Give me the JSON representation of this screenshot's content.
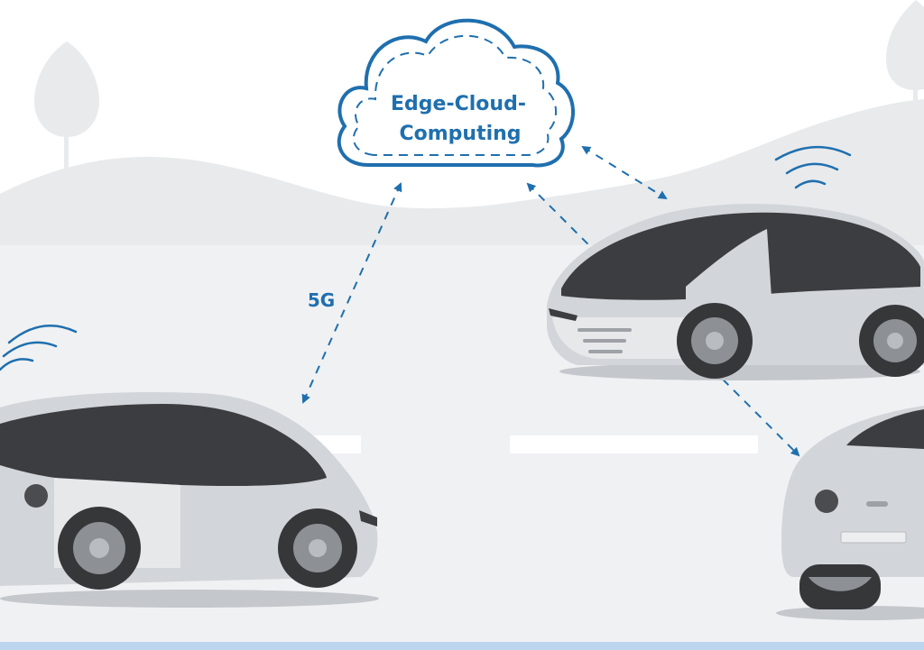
{
  "diagram": {
    "cloud": {
      "line1": "Edge-Cloud-",
      "line2": "Computing"
    },
    "link_label": "5G",
    "colors": {
      "accent": "#1f6fae",
      "background_hills": "#e8eaec",
      "road": "#f0f1f3",
      "lane_marking": "#ffffff",
      "car_body": "#d2d5d9",
      "car_glass": "#3b3d40",
      "bottom_strip": "#bcd6ef"
    },
    "nodes": [
      {
        "kind": "cloud",
        "icon": "cloud-icon"
      },
      {
        "kind": "vehicle",
        "icon": "car-icon",
        "id": "car-left"
      },
      {
        "kind": "vehicle",
        "icon": "car-icon",
        "id": "car-right"
      },
      {
        "kind": "vehicle",
        "icon": "car-icon",
        "id": "car-bottom-right"
      }
    ],
    "edges": [
      {
        "from": "cloud",
        "to": "car-left",
        "label": "5G"
      },
      {
        "from": "cloud",
        "to": "car-right"
      },
      {
        "from": "cloud",
        "to": "car-bottom-right"
      }
    ]
  }
}
